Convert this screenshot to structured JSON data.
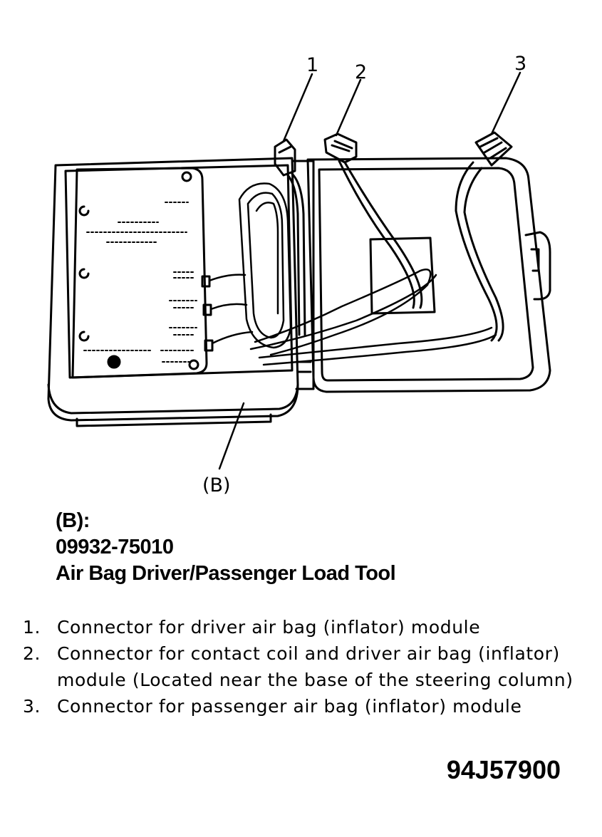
{
  "callouts": {
    "c1": "1",
    "c2": "2",
    "c3": "3",
    "b": "(B)"
  },
  "tool": {
    "ref": "(B):",
    "part_number": "09932-75010",
    "name": "Air Bag Driver/Passenger Load Tool"
  },
  "legend": [
    {
      "num": "1.",
      "text": "Connector for driver air bag (inflator) module"
    },
    {
      "num": "2.",
      "text": "Connector for contact coil and driver air bag (inflator) module (Located near the base of the steering column)"
    },
    {
      "num": "3.",
      "text": "Connector for passenger air bag (inflator) module"
    }
  ],
  "figure_code": "94J57900"
}
